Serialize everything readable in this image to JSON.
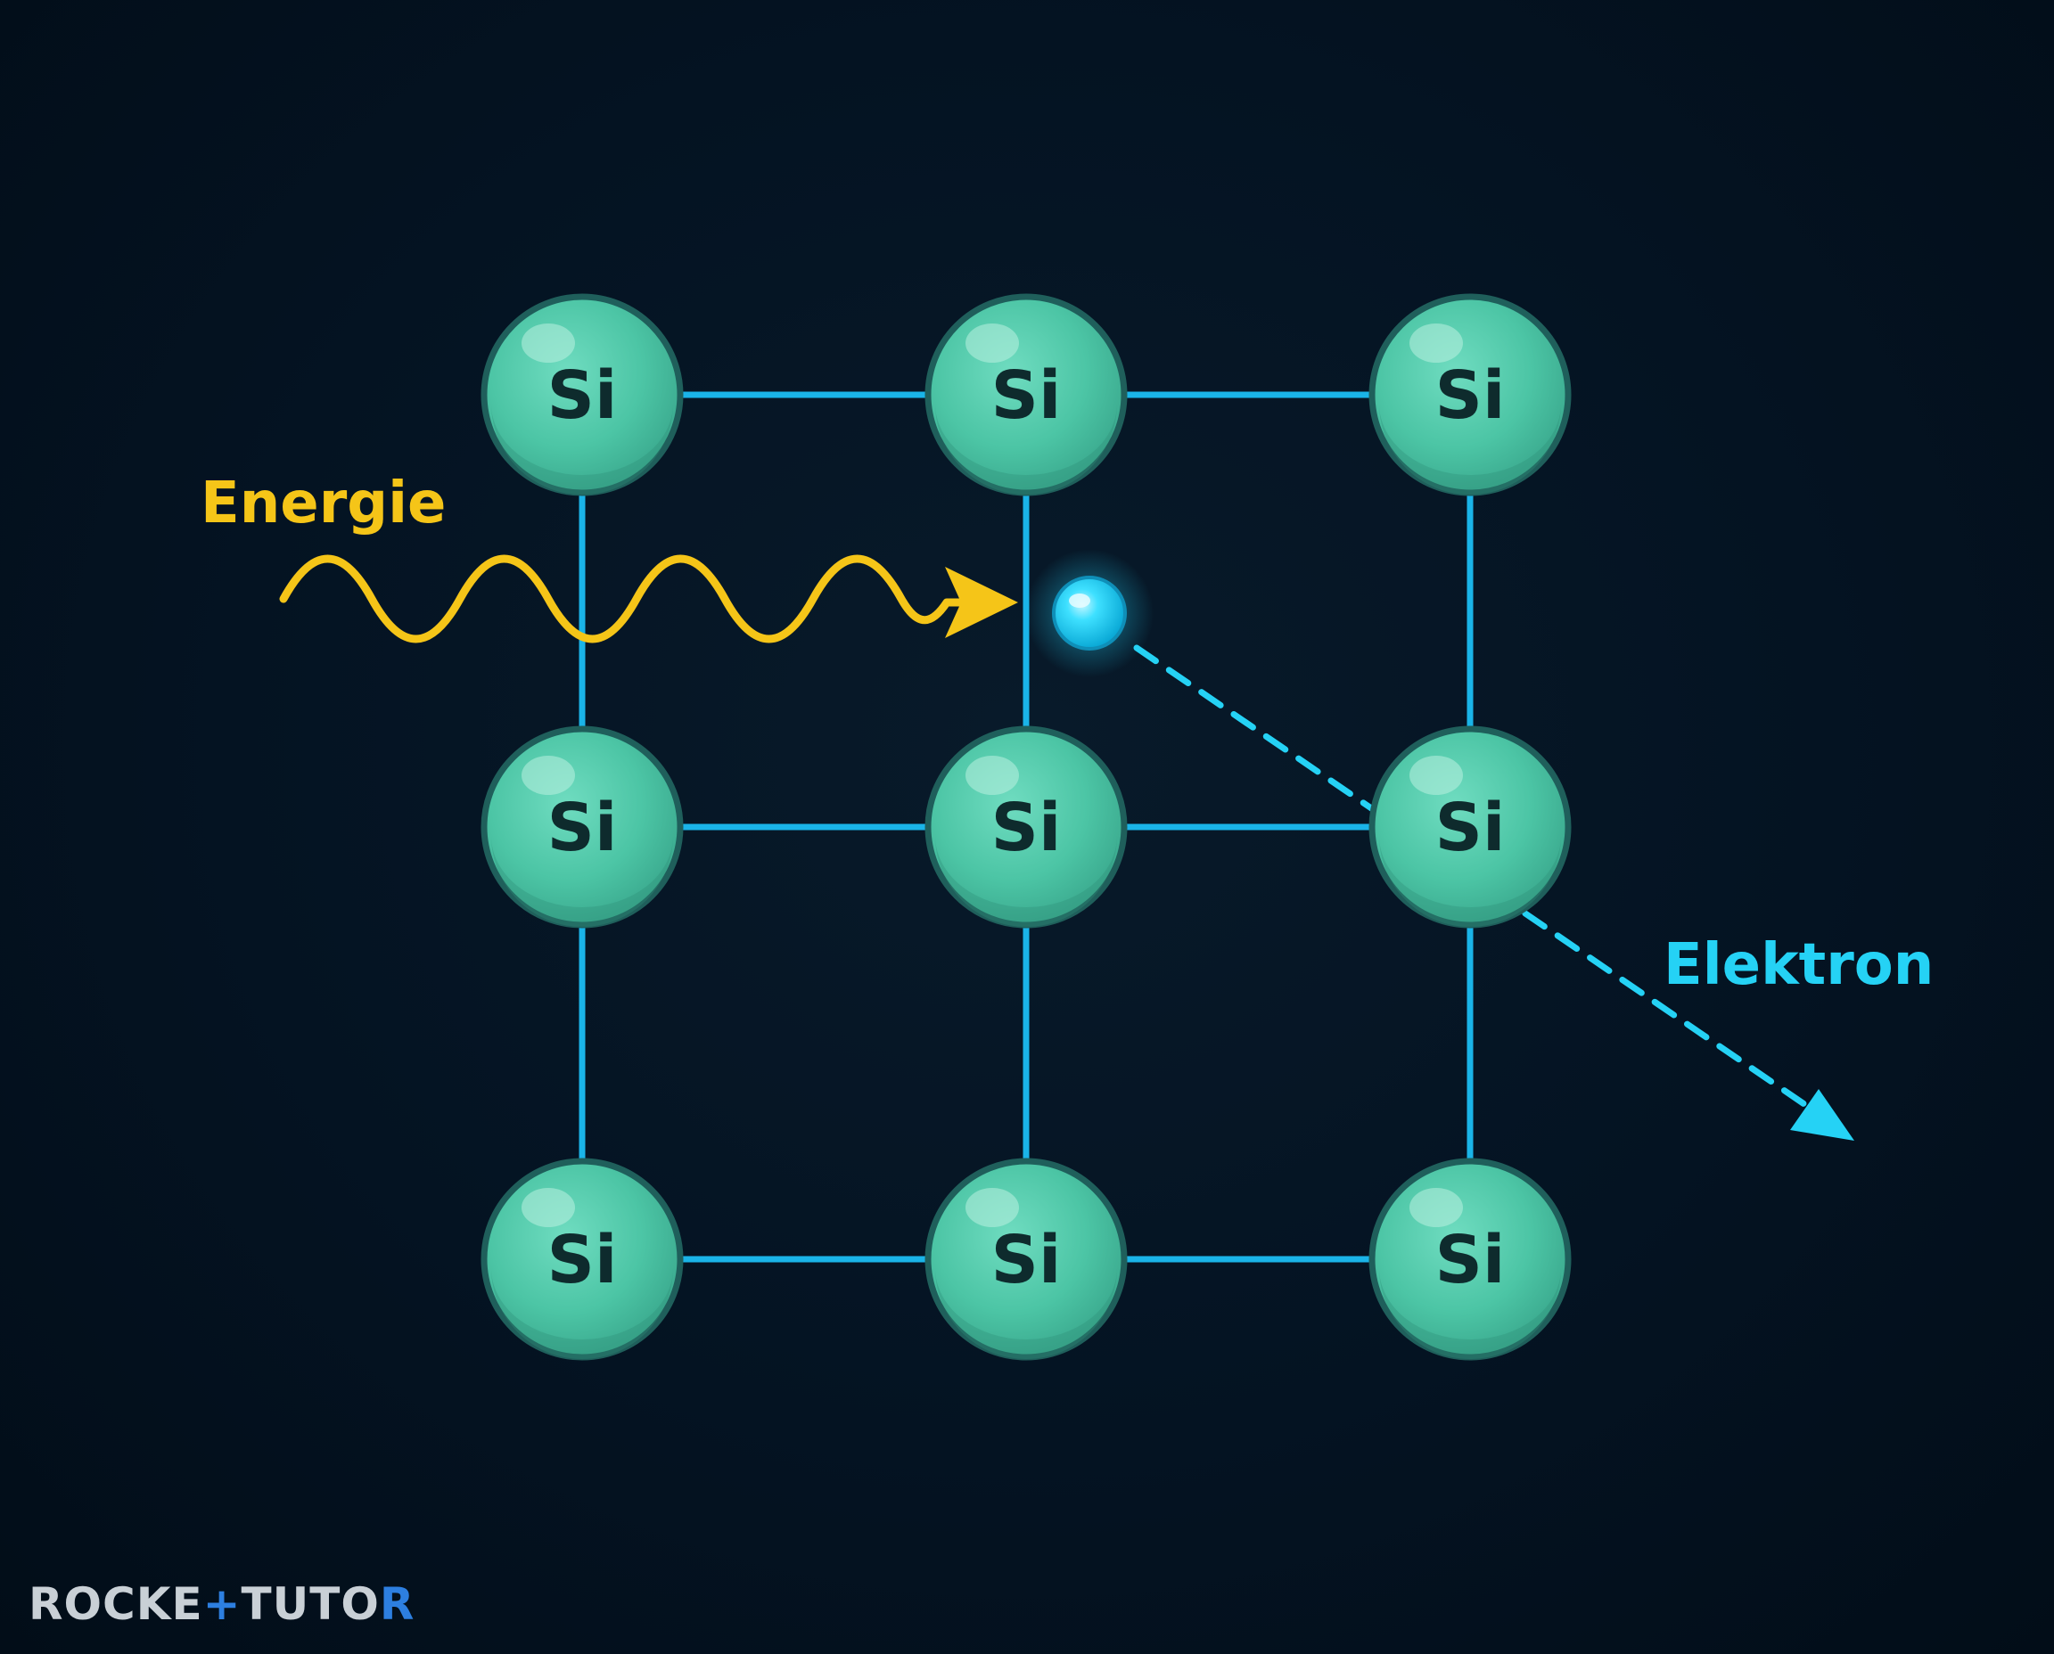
{
  "labels": {
    "energy": "Energie",
    "electron": "Elektron",
    "atom_symbol": "Si"
  },
  "logo": {
    "part1": "ROCKE",
    "part2": "+",
    "part3": "TUTO",
    "part4": "R"
  },
  "colors": {
    "background": "#03111f",
    "atom_fill": "#4cc5a5",
    "atom_outline": "#1f5f5b",
    "bond": "#1ab4e8",
    "energy": "#f5c518",
    "electron": "#25d2f5",
    "logo_text": "#c9d0d6",
    "logo_accent": "#2d7fe0"
  },
  "atoms": [
    {
      "row": 0,
      "col": 0,
      "symbol": "Si"
    },
    {
      "row": 0,
      "col": 1,
      "symbol": "Si"
    },
    {
      "row": 0,
      "col": 2,
      "symbol": "Si"
    },
    {
      "row": 1,
      "col": 0,
      "symbol": "Si"
    },
    {
      "row": 1,
      "col": 1,
      "symbol": "Si"
    },
    {
      "row": 1,
      "col": 2,
      "symbol": "Si"
    },
    {
      "row": 2,
      "col": 0,
      "symbol": "Si"
    },
    {
      "row": 2,
      "col": 1,
      "symbol": "Si"
    },
    {
      "row": 2,
      "col": 2,
      "symbol": "Si"
    }
  ],
  "icons": {
    "energy_wave": "wavy-arrow-icon",
    "electron_path": "dashed-arrow-icon"
  }
}
